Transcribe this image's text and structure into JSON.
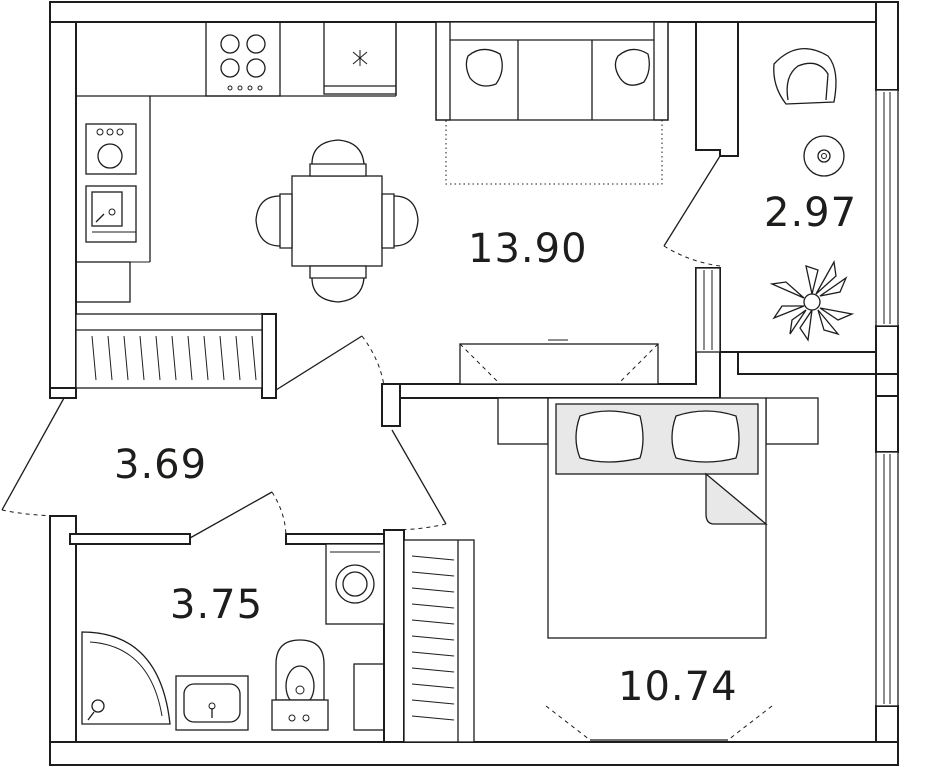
{
  "rooms": {
    "living_kitchen": {
      "area": "13.90"
    },
    "balcony": {
      "area": "2.97"
    },
    "hallway": {
      "area": "3.69"
    },
    "bathroom": {
      "area": "3.75"
    },
    "bedroom": {
      "area": "10.74"
    }
  },
  "colors": {
    "wall": "#1d1d1b",
    "background": "#ffffff",
    "furniture_shade": "#e8e8e8"
  }
}
